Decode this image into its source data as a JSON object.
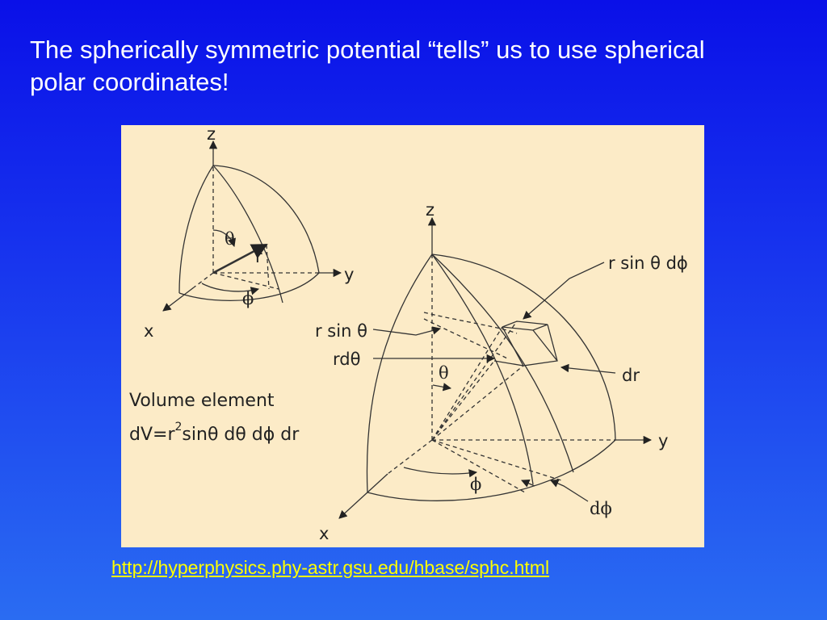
{
  "title": {
    "line1": "The spherically symmetric potential “tells” us to use spherical",
    "line2": "polar coordinates!"
  },
  "diagram": {
    "small": {
      "z": "z",
      "y": "y",
      "x": "x",
      "r": "r",
      "theta": "θ",
      "phi": "ϕ"
    },
    "large": {
      "z": "z",
      "y": "y",
      "x": "x",
      "rsinthetadphi": "r sin θ dϕ",
      "rsintheta": "r sin θ",
      "rdtheta": "rdθ",
      "theta": "θ",
      "dr": "dr",
      "phi": "ϕ",
      "dphi": "dϕ"
    },
    "volume": {
      "caption": "Volume element",
      "formula_pre": "dV=r",
      "formula_sup": "2",
      "formula_post": "sinθ dθ dϕ dr"
    }
  },
  "link": {
    "text": "http://hyperphysics.phy-astr.gsu.edu/hbase/sphc.html"
  }
}
